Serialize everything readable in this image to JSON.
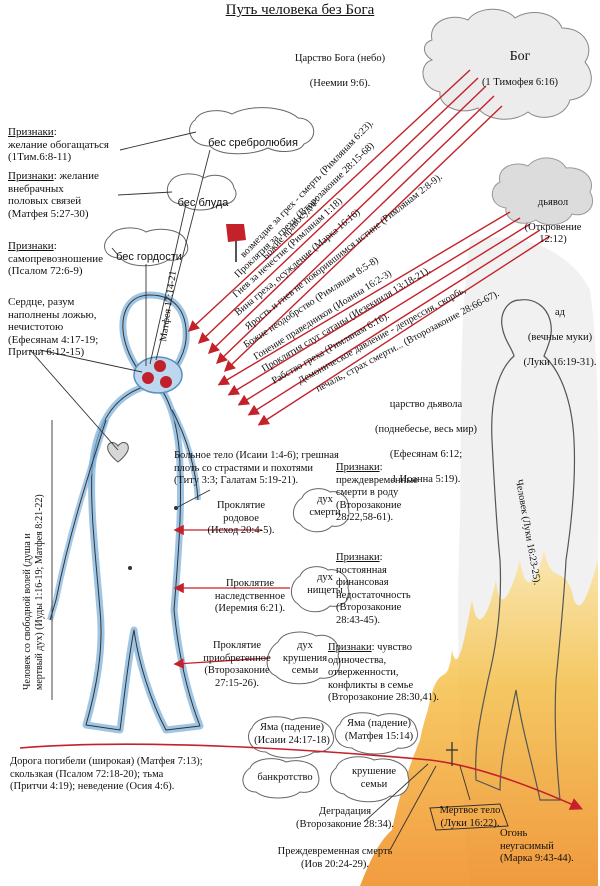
{
  "title": "Путь человека без Бога",
  "god": {
    "name": "Бог",
    "ref": "(1 Тимофея 6:16)"
  },
  "kingdom_god": {
    "line1": "Царство Бога (небо)",
    "line2": "(Неемии 9:6)."
  },
  "devil": {
    "line1": "дьявол",
    "line2": "(Откровение 12:12)"
  },
  "hell": {
    "line1": "ад",
    "line2": "(вечные муки)",
    "line3": "(Луки 16:19-31)."
  },
  "kingdom_devil": {
    "line1": "царство дьявола",
    "line2": "(поднебесье, весь мир)",
    "line3": "(Ефесянам 6:12;",
    "line4": "1 Иоанна 5:19)."
  },
  "demons": {
    "greed": "бес сребролюбия",
    "fornication": "бес блуда",
    "pride": "бес гордости"
  },
  "signs_label": "Признаки",
  "sign_greed": {
    "text": ":\nжелание обогащаться",
    "ref": "(1Тим.6:8-11)"
  },
  "sign_fornication": {
    "text": ": желание\nвнебрачных\nполовых связей\n(Матфея 5:27-30)"
  },
  "sign_pride": {
    "text": ":\nсамопревозношение\n(Псалом 72:6-9)"
  },
  "heart_mind": "Сердце, разум\nнаполнены ложью,\nнечистотою\n(Ефесянам 4:17-19;\nПритчи 6:12-15)",
  "matthew_vertical": "Матфея 17:14-21",
  "person_vertical": "Человек со свободной волей (душа и\nмертвый дух) (Иуды 1:16-19; Матфея 8:21-22)",
  "god_arrows": [
    "Божие правосудие:",
    "возмездие за грех - смерть (Римлянам 6:23).",
    "Проклятия за грехи (Второзаконие 28:15-68)",
    "Гнев за нечестие (Римлянам 1:18)",
    "Вина греха, осуждение (Марка 16:16)",
    "Ярость и гнев не покорившимся истине (Римлянам 2:8-9)."
  ],
  "devil_arrows": [
    "Божие неодобрство (Римлянам 8:5-8)",
    "Гонение праведников (Иоанна 16:2-3)",
    "Проклятия слуг сатаны (Иезекииля 13:18-21).",
    "Рабство греха (Римлянам 6:16).",
    "Демоническое давление - депрессия, скорбь,",
    "печаль, страх смерти... (Второзаконие 28:66-67)."
  ],
  "sick_body": "Больное тело (Исаии 1:4-6); грешная\nплоть со страстями и похотями\n(Титу 3:3; Галатам 5:19-21).",
  "curse_ancestral": "Проклятие\nродовое\n(Исход 20:4-5).",
  "spirit_death": "дух\nсмерти",
  "sign_death": {
    "text": ":\nпреждевременные\nсмерти в роду\n(Второзаконие\n28:22,58-61)."
  },
  "curse_inherited": "Проклятие\nнаследственное\n(Иеремия 6:21).",
  "spirit_poverty": "дух\nнищеты",
  "sign_poverty": {
    "text": ":\nпостоянная\nфинансовая\nнедостаточность\n(Второзаконие\n28:43-45)."
  },
  "curse_acquired": "Проклятие\nприобретенное\n(Второзаконие\n27:15-26).",
  "spirit_family": "дух\nкрушения\nсемьи",
  "sign_family": {
    "text": ": чувство\nодиночества,\nотверженности,\nконфликты в семье\n(Второзаконие 28:30,41)."
  },
  "man_vertical": "Человек (Луки 16:23-25).",
  "fire": "Огонь\nнеугасимый\n(Марка 9:43-44).",
  "pit1": "Яма (падение)\n(Исаии 24:17-18)",
  "pit2": "Яма (падение)\n(Матфея 15:14)",
  "bankruptcy": "банкротство",
  "family_crash": "крушение\nсемьи",
  "road": "Дорога погибели (широкая) (Матфея 7:13);\nскользкая (Псалом 72:18-20); тьма\n(Притчи 4:19); неведение (Осия 4:6).",
  "degradation": "Деградация\n(Второзаконие 28:34).",
  "premature_death": "Преждевременная смерть\n(Иов 20:24-29).",
  "dead_body": "Мертвое тело\n(Луки 16:22).",
  "colors": {
    "arrow": "#c4212a",
    "blue": "#7fb2dc",
    "fire": "#f2a33a",
    "cloud": "#777777",
    "demon": "#c0202a"
  }
}
